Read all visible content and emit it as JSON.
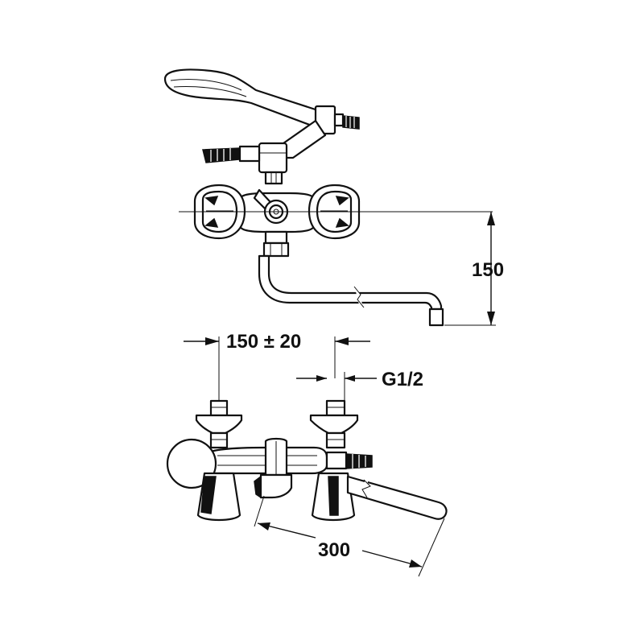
{
  "dimensions": {
    "spout_height": "150",
    "center_distance": "150 ± 20",
    "thread": "G1/2",
    "spout_length": "300"
  },
  "colors": {
    "line": "#111111",
    "background": "#ffffff"
  }
}
